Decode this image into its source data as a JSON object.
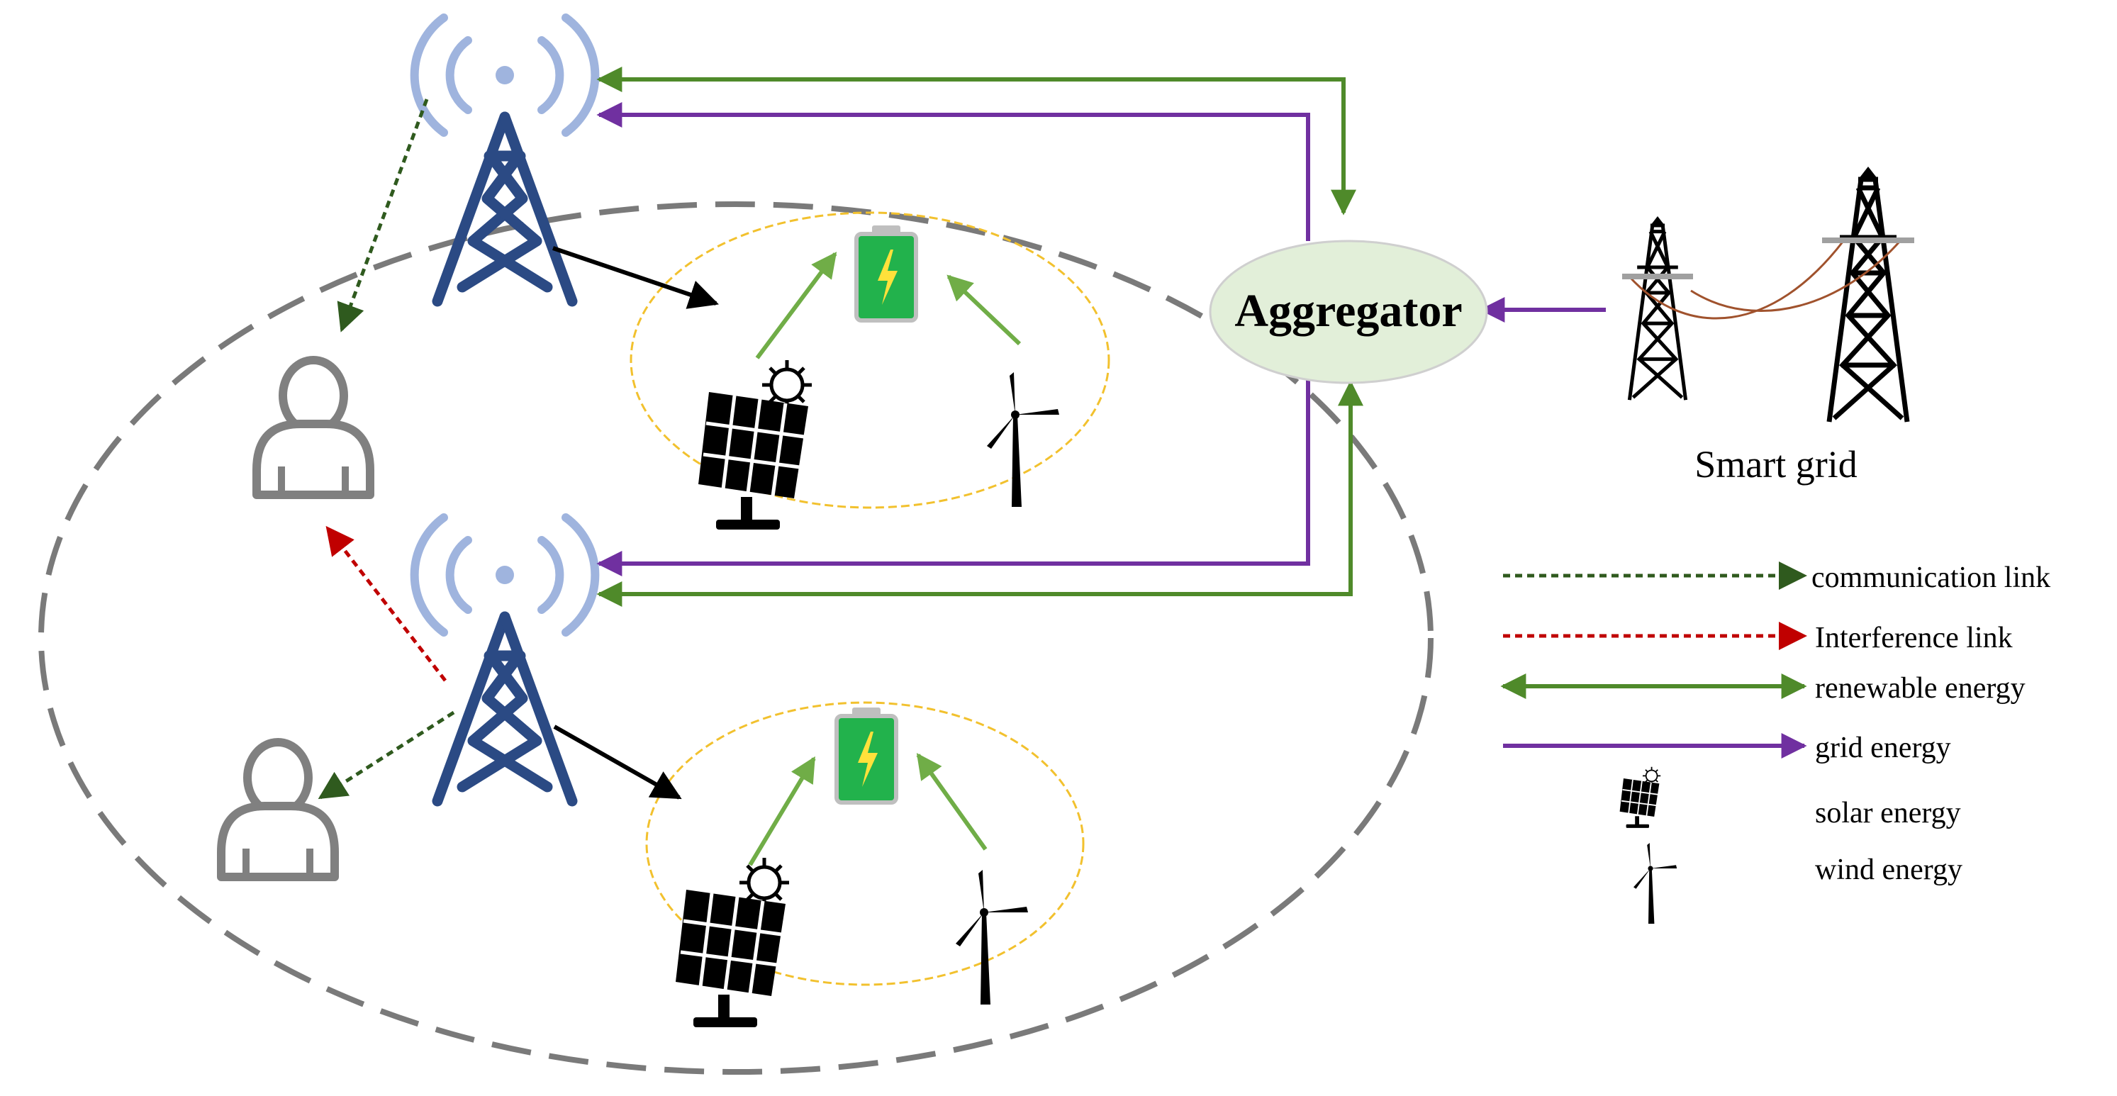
{
  "aggregator": {
    "label": "Aggregator"
  },
  "smart_grid": {
    "label": "Smart grid"
  },
  "legend": {
    "items": [
      {
        "key": "communication",
        "label": "communication link",
        "color": "#2f5a1e"
      },
      {
        "key": "interference",
        "label": "Interference link",
        "color": "#c00000"
      },
      {
        "key": "renewable",
        "label": "renewable energy",
        "color": "#4f8a2a"
      },
      {
        "key": "grid",
        "label": "grid energy",
        "color": "#7030a0"
      },
      {
        "key": "solar",
        "label": "solar energy",
        "icon": "solar-panel-icon"
      },
      {
        "key": "wind",
        "label": "wind energy",
        "icon": "wind-turbine-icon"
      }
    ]
  },
  "colors": {
    "tower": "#2b4a84",
    "signal": "#9fb4de",
    "battery": "#22b24c",
    "cluster_outline": "#7a7a7a",
    "microgrid_outline": "#f2c12e",
    "aggregator_fill": "#e2efd9",
    "green_arrow": "#70ad47"
  }
}
